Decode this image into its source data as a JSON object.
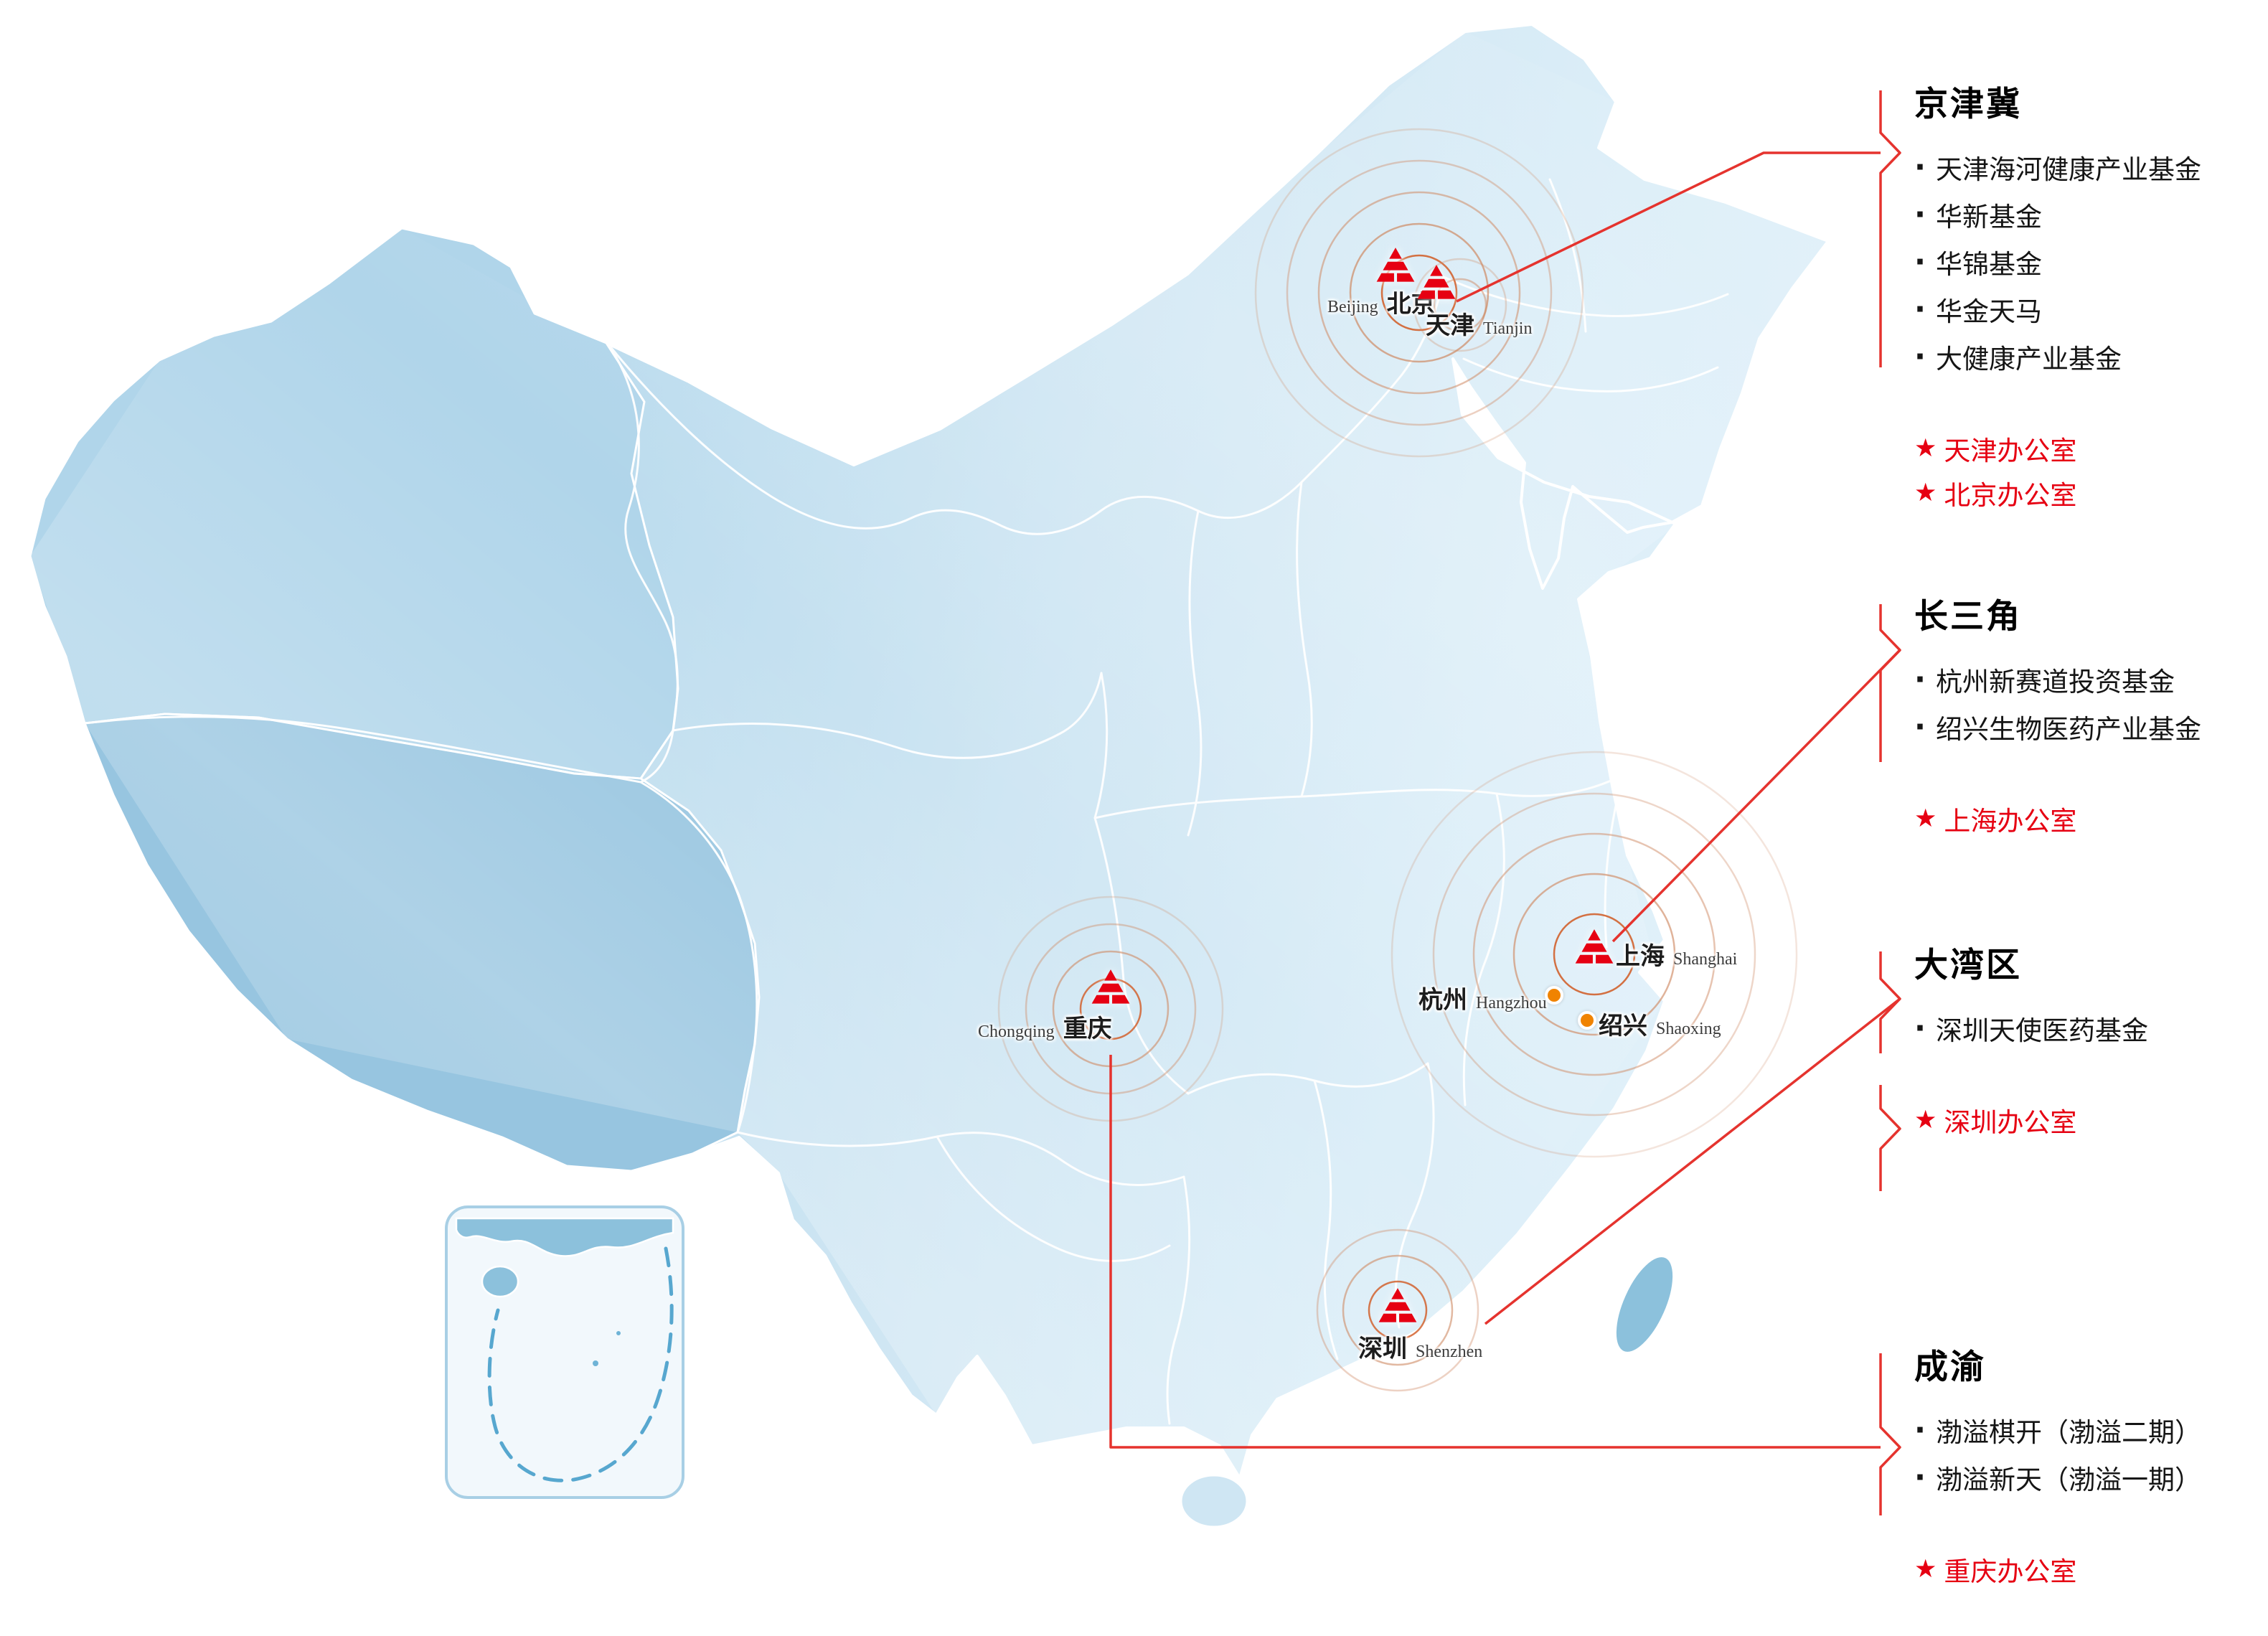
{
  "colors": {
    "accent_red": "#e60012",
    "connector_red": "#e5332e",
    "ripple_ring": "#cf8a64",
    "ripple_inner": "#d2622e",
    "dot_orange": "#f08300",
    "map_light_blue": "#d9eaf6",
    "map_dark_blue": "#8fc2de"
  },
  "map": {
    "cities": [
      {
        "zh": "北京",
        "en": "Beijing",
        "marker": "logo"
      },
      {
        "zh": "天津",
        "en": "Tianjin",
        "marker": "logo"
      },
      {
        "zh": "上海",
        "en": "Shanghai",
        "marker": "logo"
      },
      {
        "zh": "杭州",
        "en": "Hangzhou",
        "marker": "dot"
      },
      {
        "zh": "绍兴",
        "en": "Shaoxing",
        "marker": "dot"
      },
      {
        "zh": "重庆",
        "en": "Chongqing",
        "marker": "logo"
      },
      {
        "zh": "深圳",
        "en": "Shenzhen",
        "marker": "logo"
      }
    ]
  },
  "panel": {
    "bullet": "·",
    "office_star": "★",
    "sections": [
      {
        "title": "京津冀",
        "funds": [
          "天津海河健康产业基金",
          "华新基金",
          "华锦基金",
          "华金天马",
          "大健康产业基金"
        ],
        "offices": [
          "天津办公室",
          "北京办公室"
        ]
      },
      {
        "title": "长三角",
        "funds": [
          "杭州新赛道投资基金",
          "绍兴生物医药产业基金"
        ],
        "offices": [
          "上海办公室"
        ]
      },
      {
        "title": "大湾区",
        "funds": [
          "深圳天使医药基金"
        ],
        "offices": [
          "深圳办公室"
        ]
      },
      {
        "title": "成渝",
        "funds": [
          "渤溢棋开（渤溢二期）",
          "渤溢新天（渤溢一期）"
        ],
        "offices": [
          "重庆办公室"
        ]
      }
    ]
  }
}
